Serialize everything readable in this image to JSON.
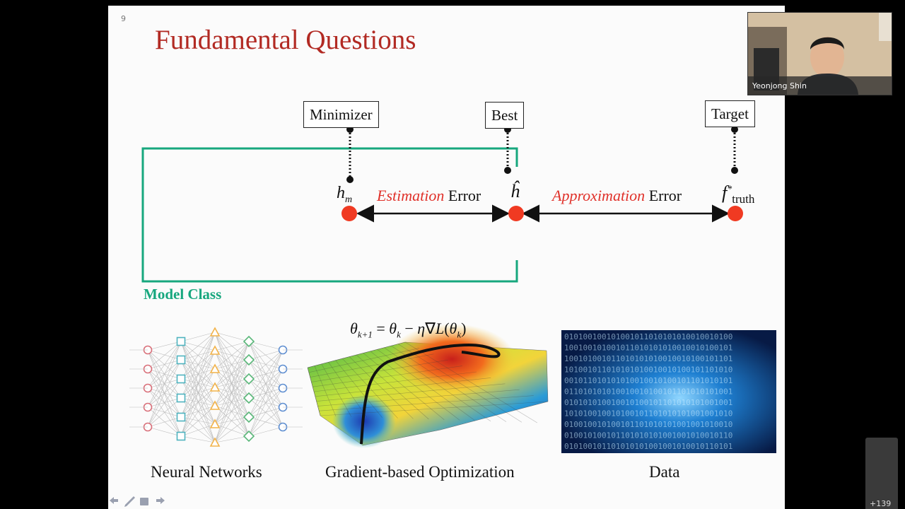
{
  "slide": {
    "number": "9",
    "title": "Fundamental Questions",
    "labels": {
      "minimizer": "Minimizer",
      "best": "Best",
      "target": "Target"
    },
    "estimation_error": {
      "italic": "Estimation",
      "plain": "Error"
    },
    "approximation_error": {
      "italic": "Approximation",
      "plain": "Error"
    },
    "model_class": "Model Class",
    "captions": {
      "nn": "Neural Networks",
      "opt": "Gradient-based Optimization",
      "data": "Data"
    },
    "colors": {
      "title": "#b22a23",
      "accent_red": "#e0312a",
      "model_class": "#17a77e"
    }
  },
  "webcam": {
    "name": "Yeonjong Shin"
  },
  "meeting": {
    "participants_more": "+139"
  }
}
